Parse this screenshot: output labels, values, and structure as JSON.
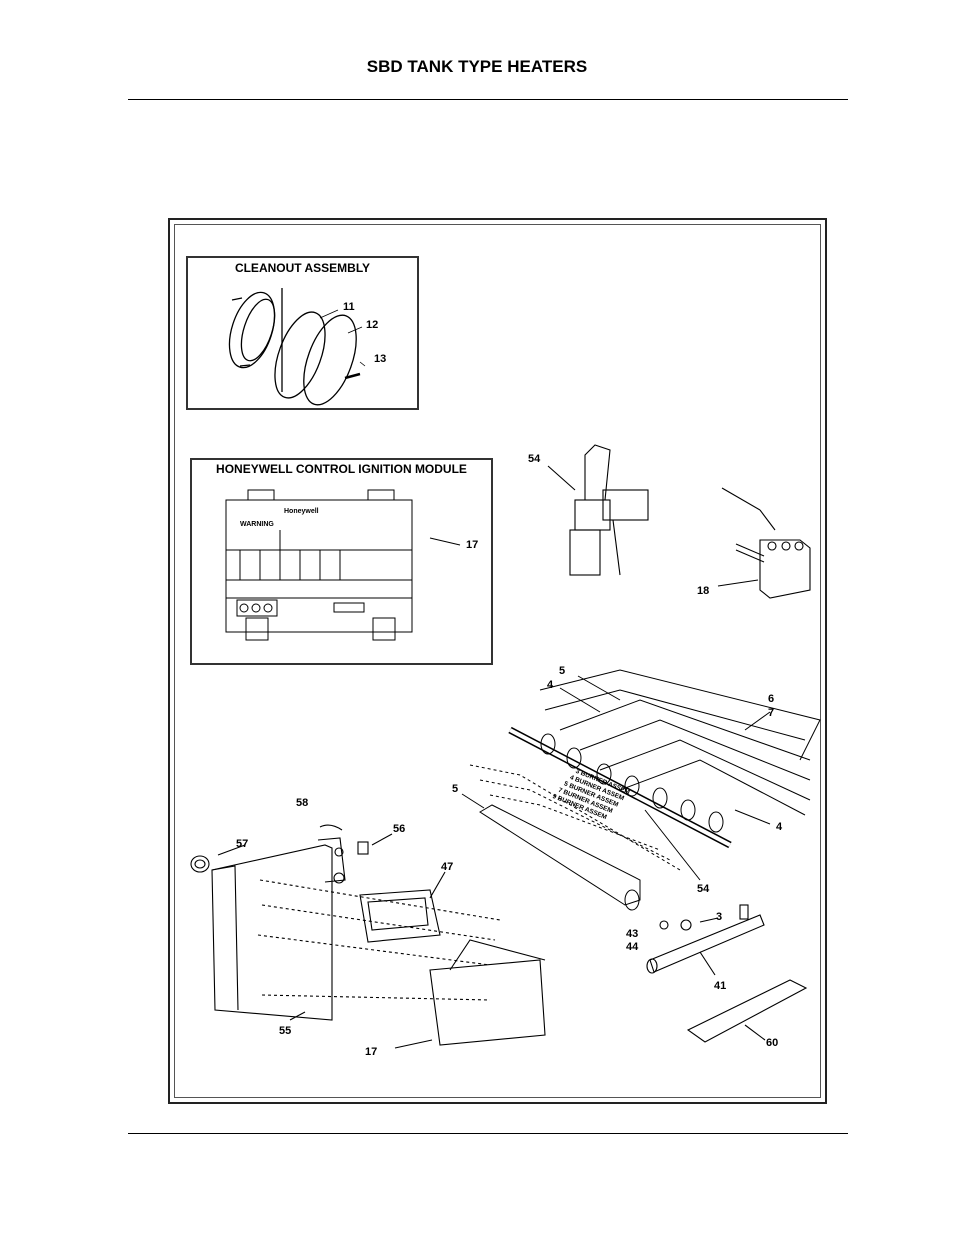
{
  "header": {
    "title": "SBD TANK TYPE HEATERS"
  },
  "cleanout": {
    "title": "CLEANOUT ASSEMBLY",
    "callouts": [
      "11",
      "12",
      "13"
    ]
  },
  "module": {
    "title": "HONEYWELL CONTROL IGNITION MODULE",
    "brand": "Honeywell",
    "warning": "WARNING",
    "callout": "17"
  },
  "pilot": {
    "callout": "54"
  },
  "sensor": {
    "callout": "18"
  },
  "burners": {
    "callouts": [
      "5",
      "4",
      "6",
      "7",
      "4",
      "5",
      "54"
    ],
    "labels": [
      "3 BURNER ASSEM",
      "4 BURNER ASSEM",
      "5 BURNER ASSEM",
      "7 BURNER ASSEM",
      "9 BURNER ASSEM"
    ]
  },
  "mount": {
    "callouts": [
      "58",
      "56",
      "57",
      "47",
      "55",
      "17"
    ]
  },
  "parts": {
    "callouts": [
      "3",
      "43",
      "44",
      "41",
      "60"
    ]
  }
}
